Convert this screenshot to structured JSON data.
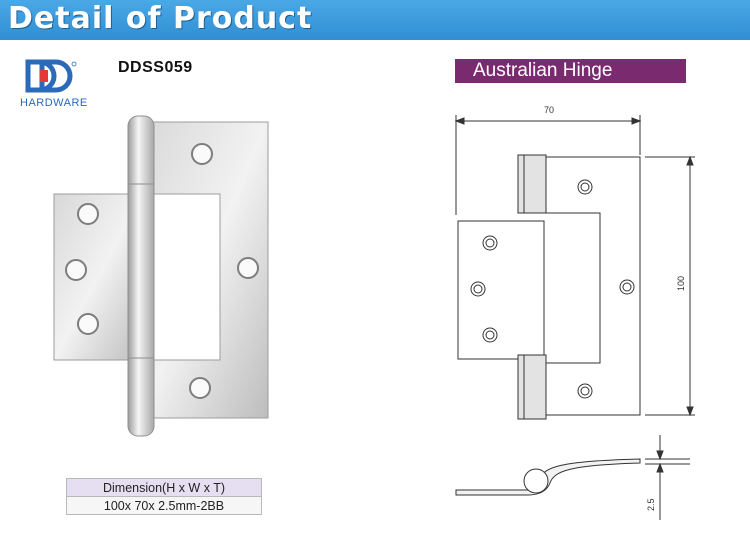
{
  "banner": {
    "title": "Detail of Product"
  },
  "brand": {
    "logo_text": "HARDWARE"
  },
  "product": {
    "model": "DDSS059",
    "name": "Australian Hinge"
  },
  "specs": {
    "dimension_label": "Dimension(H x W x T)",
    "dimension_value": "100x 70x 2.5mm-2BB"
  },
  "drawing": {
    "width_label": "70",
    "height_label": "100",
    "thickness_label": "2.5"
  },
  "colors": {
    "banner": "#3a9de0",
    "name_box": "#7a2b6f",
    "brand_blue": "#2a6ab8"
  }
}
